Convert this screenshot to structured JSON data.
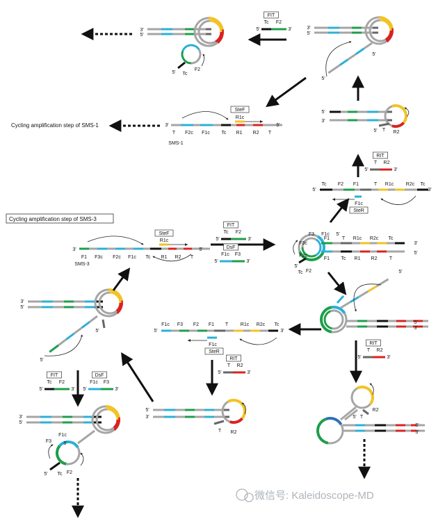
{
  "diagram": {
    "title_sms3": "Cycling amplification step of SMS-3",
    "title_sms1": "Cycling amplification step of SMS-1",
    "label_sms1": "SMS-1",
    "label_sms3": "SMS-3",
    "watermark": "微信号: Kaleidoscope-MD"
  },
  "primers": {
    "fit": {
      "name": "FIT",
      "parts": [
        "Tc",
        "F2"
      ]
    },
    "dsf": {
      "name": "DsF",
      "parts": [
        "F1c",
        "F3"
      ]
    },
    "stef": {
      "name": "SteF",
      "part": "R1c"
    },
    "ster": {
      "name": "SteR",
      "part": "F1c"
    },
    "rit": {
      "name": "RIT",
      "parts": [
        "T",
        "R2"
      ]
    }
  },
  "sms1_segments": [
    "T",
    "F2c",
    "F1c",
    "Tc",
    "R1",
    "R2",
    "T"
  ],
  "sms3_segments": [
    "F1",
    "F3c",
    "F2c",
    "F1c",
    "Tc",
    "R1",
    "R2",
    "T"
  ],
  "intermediate_top": [
    "Tc",
    "F2",
    "F1",
    "T",
    "R1c",
    "R2c",
    "Tc"
  ],
  "intermediate_mid": [
    "F1c",
    "F3",
    "F2",
    "F1",
    "T",
    "R1c",
    "R2c",
    "Tc"
  ],
  "loop_labels": {
    "f3": "F3",
    "f1c": "F1c",
    "f3c": "F3c",
    "f2c": "F2c",
    "f2": "F2",
    "tc": "Tc",
    "f1": "F1",
    "t": "T",
    "r1c": "R1c",
    "r2c": "R2c",
    "r1": "R1",
    "r2": "R2"
  },
  "ends": {
    "five": "5'",
    "three": "3'"
  },
  "colors": {
    "green": "#1e9e4a",
    "cyan": "#2ab0d8",
    "gray": "#a5a5a5",
    "black": "#111111",
    "red": "#d8231f",
    "yellow": "#f2c324",
    "darkgray": "#666666",
    "blue": "#2d6fb8"
  }
}
